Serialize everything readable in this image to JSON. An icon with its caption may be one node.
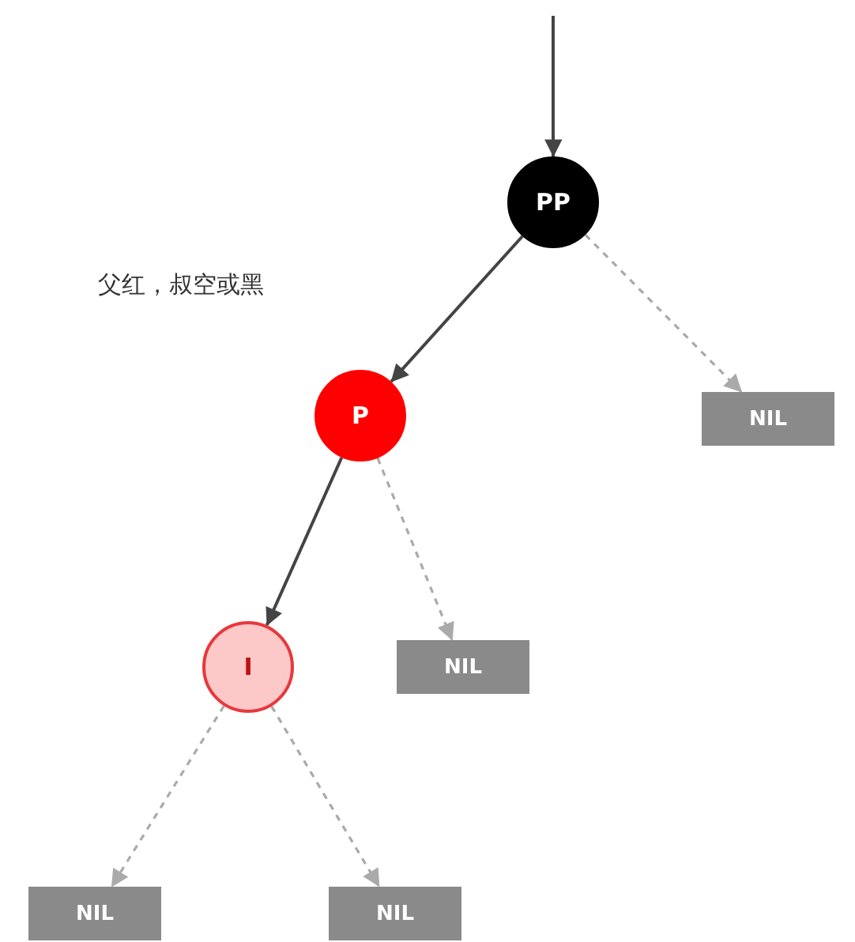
{
  "diagram": {
    "nodes": [
      {
        "text": [
          "PP"
        ]
      },
      {
        "text": [
          "NIL"
        ]
      },
      {
        "text": [
          "P"
        ]
      },
      {
        "text": [
          "NIL"
        ]
      },
      {
        "text": [
          "I"
        ]
      },
      {
        "text": [
          "NIL"
        ]
      },
      {
        "text": [
          "NIL"
        ]
      }
    ],
    "edges": [
      {
        "from": null,
        "to": 0,
        "arrow": "to",
        "color": "#444444"
      },
      {
        "from": 0,
        "to": 2,
        "arrow": "to",
        "color": "#444444"
      },
      {
        "from": 0,
        "to": 1,
        "arrow": "to",
        "style": "dashed"
      },
      {
        "from": 2,
        "to": 4,
        "arrow": "to",
        "color": "#444444"
      },
      {
        "from": 2,
        "to": 3,
        "arrow": "to",
        "style": "dashed"
      },
      {
        "from": 4,
        "to": 5,
        "arrow": "to",
        "style": "dashed"
      },
      {
        "from": 4,
        "to": 6,
        "arrow": "to",
        "style": "dashed"
      }
    ],
    "labels": [
      "父红，叔空或黑"
    ]
  }
}
